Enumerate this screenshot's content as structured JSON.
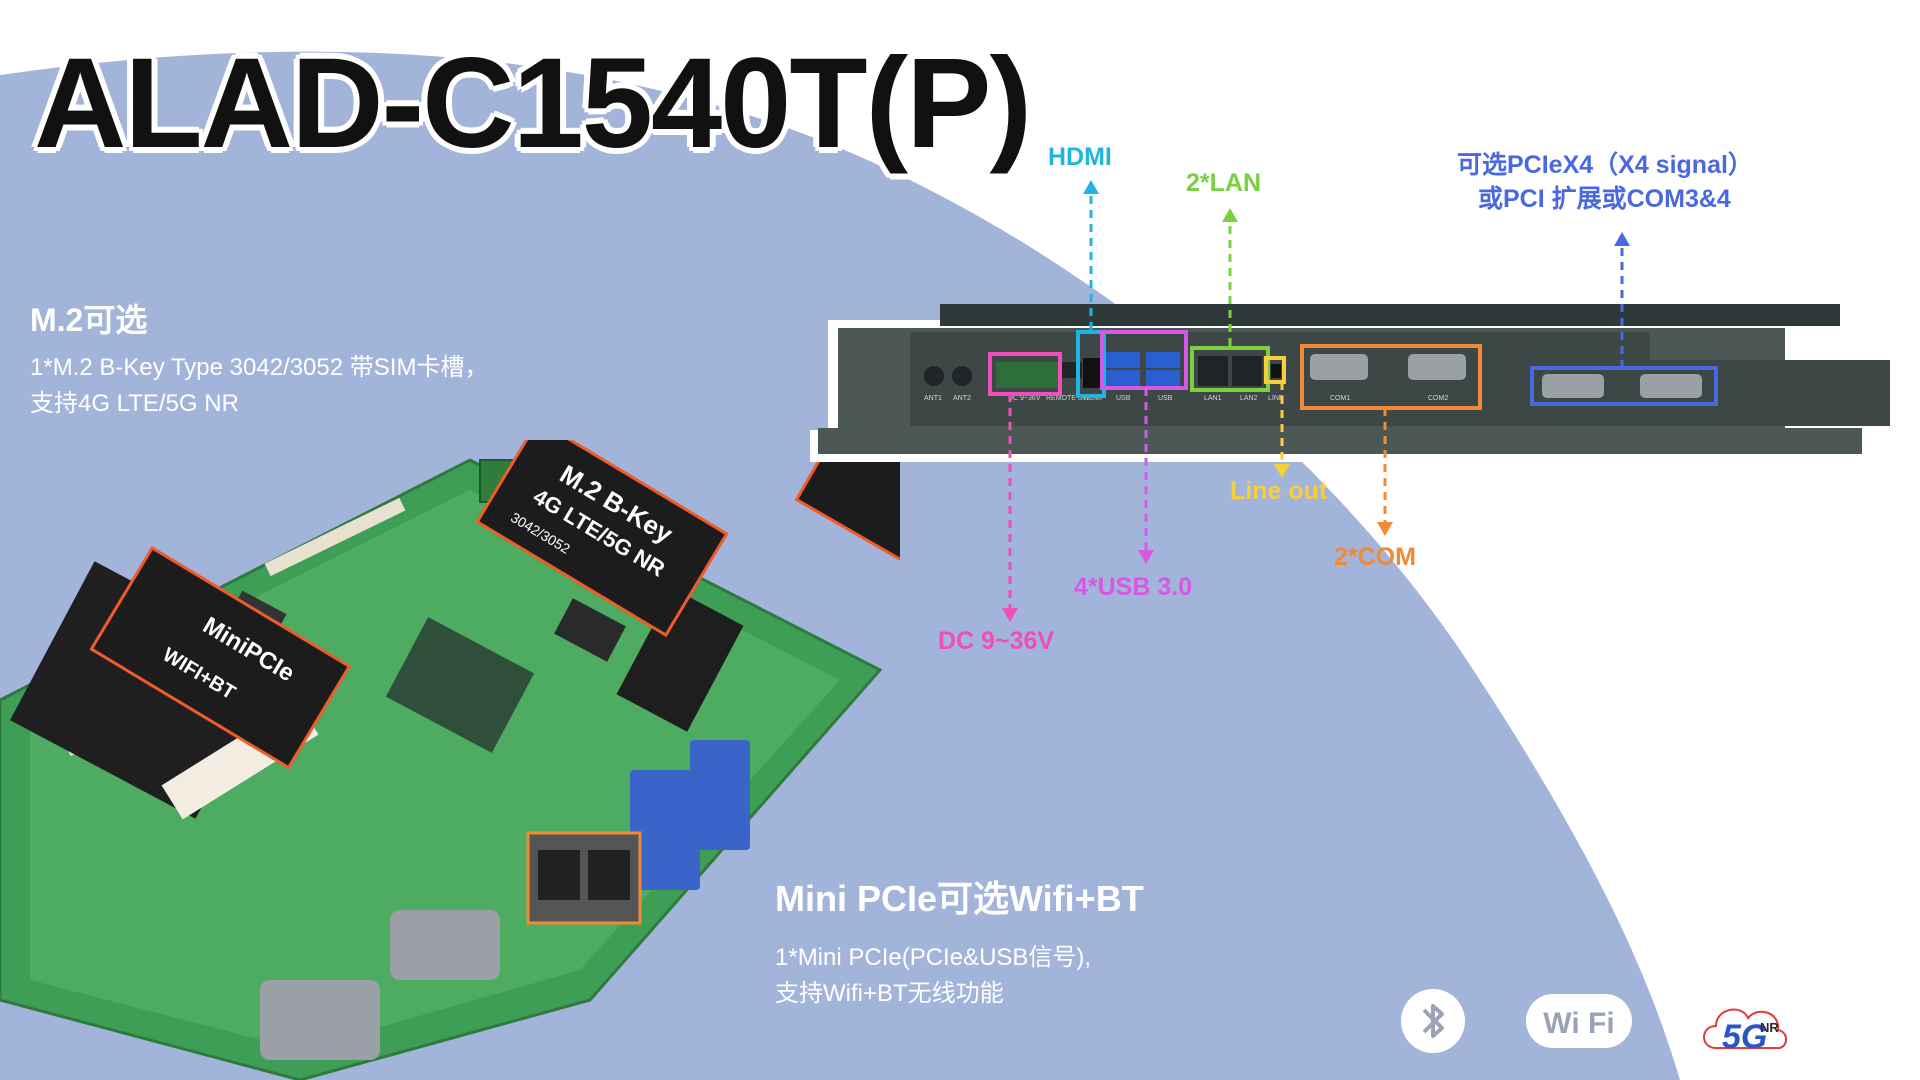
{
  "title": "ALAD-C1540T(P)",
  "m2": {
    "heading": "M.2可选",
    "line1": "1*M.2 B-Key Type 3042/3052 带SIM卡槽，",
    "line2": "支持4G LTE/5G NR"
  },
  "minipcie": {
    "heading": "Mini PCIe可选Wifi+BT",
    "line1": "1*Mini PCIe(PCIe&USB信号),",
    "line2": "支持Wifi+BT无线功能"
  },
  "board": {
    "m2_label_line1": "M.2 B-Key",
    "m2_label_line2": "4G LTE/5G NR",
    "m2_label_line3": "3042/3052",
    "mpcie_label_line1": "MiniPCIe",
    "mpcie_label_line2": "WIFI+BT"
  },
  "panel_labels": {
    "ant1": "ANT1",
    "ant2": "ANT2",
    "dc": "DC 9~36V",
    "remote": "REMOTE SW",
    "hdmi": "HDMI",
    "usb1": "USB",
    "usb2": "USB",
    "lan1": "LAN1",
    "lan2": "LAN2",
    "line": "LINE",
    "com1": "COM1",
    "com2": "COM2"
  },
  "callouts": {
    "hdmi": "HDMI",
    "lan": "2*LAN",
    "pcie_line1": "可选PCIeX4（X4 signal）",
    "pcie_line2": "或PCI 扩展或COM3&4",
    "line_out": "Line out",
    "com": "2*COM",
    "usb": "4*USB 3.0",
    "dc": "DC 9~36V"
  },
  "colors": {
    "background_blob": "#a3b4da",
    "hdmi": "#22b4e0",
    "lan": "#79d13f",
    "pcie": "#4a68e0",
    "line_out": "#f7cf3a",
    "com": "#f28a35",
    "usb": "#d757e6",
    "dc": "#ee4fb8"
  },
  "icons": {
    "bluetooth": "bluetooth-icon",
    "wifi": "wifi-icon",
    "wifi_text": "Wi Fi",
    "fiveg": "5g-nr-icon",
    "fiveg_text": "5G",
    "nr_text": "NR"
  }
}
